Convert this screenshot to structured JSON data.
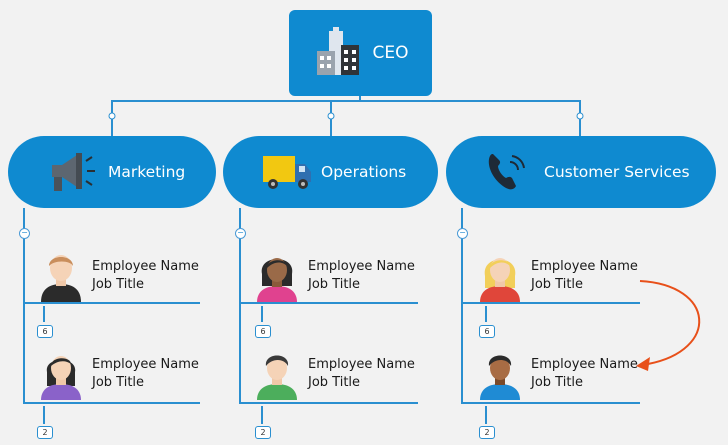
{
  "ceo": {
    "label": "CEO"
  },
  "departments": [
    {
      "label": "Marketing",
      "employees": [
        {
          "name": "Employee Name",
          "title": "Job Title"
        },
        {
          "name": "Employee Name",
          "title": "Job Title"
        }
      ],
      "badges": [
        "6",
        "2"
      ]
    },
    {
      "label": "Operations",
      "employees": [
        {
          "name": "Employee Name",
          "title": "Job Title"
        },
        {
          "name": "Employee Name",
          "title": "Job Title"
        }
      ],
      "badges": [
        "6",
        "2"
      ]
    },
    {
      "label": "Customer Services",
      "employees": [
        {
          "name": "Employee Name",
          "title": "Job Title"
        },
        {
          "name": "Employee Name",
          "title": "Job Title"
        }
      ],
      "badges": [
        "6",
        "2"
      ]
    }
  ],
  "collapse_symbol": "−",
  "colors": {
    "node_blue": "#0f8ad0",
    "line_blue": "#2a8fd0",
    "arrow_orange": "#e8501a",
    "background": "#f2f2f2"
  }
}
